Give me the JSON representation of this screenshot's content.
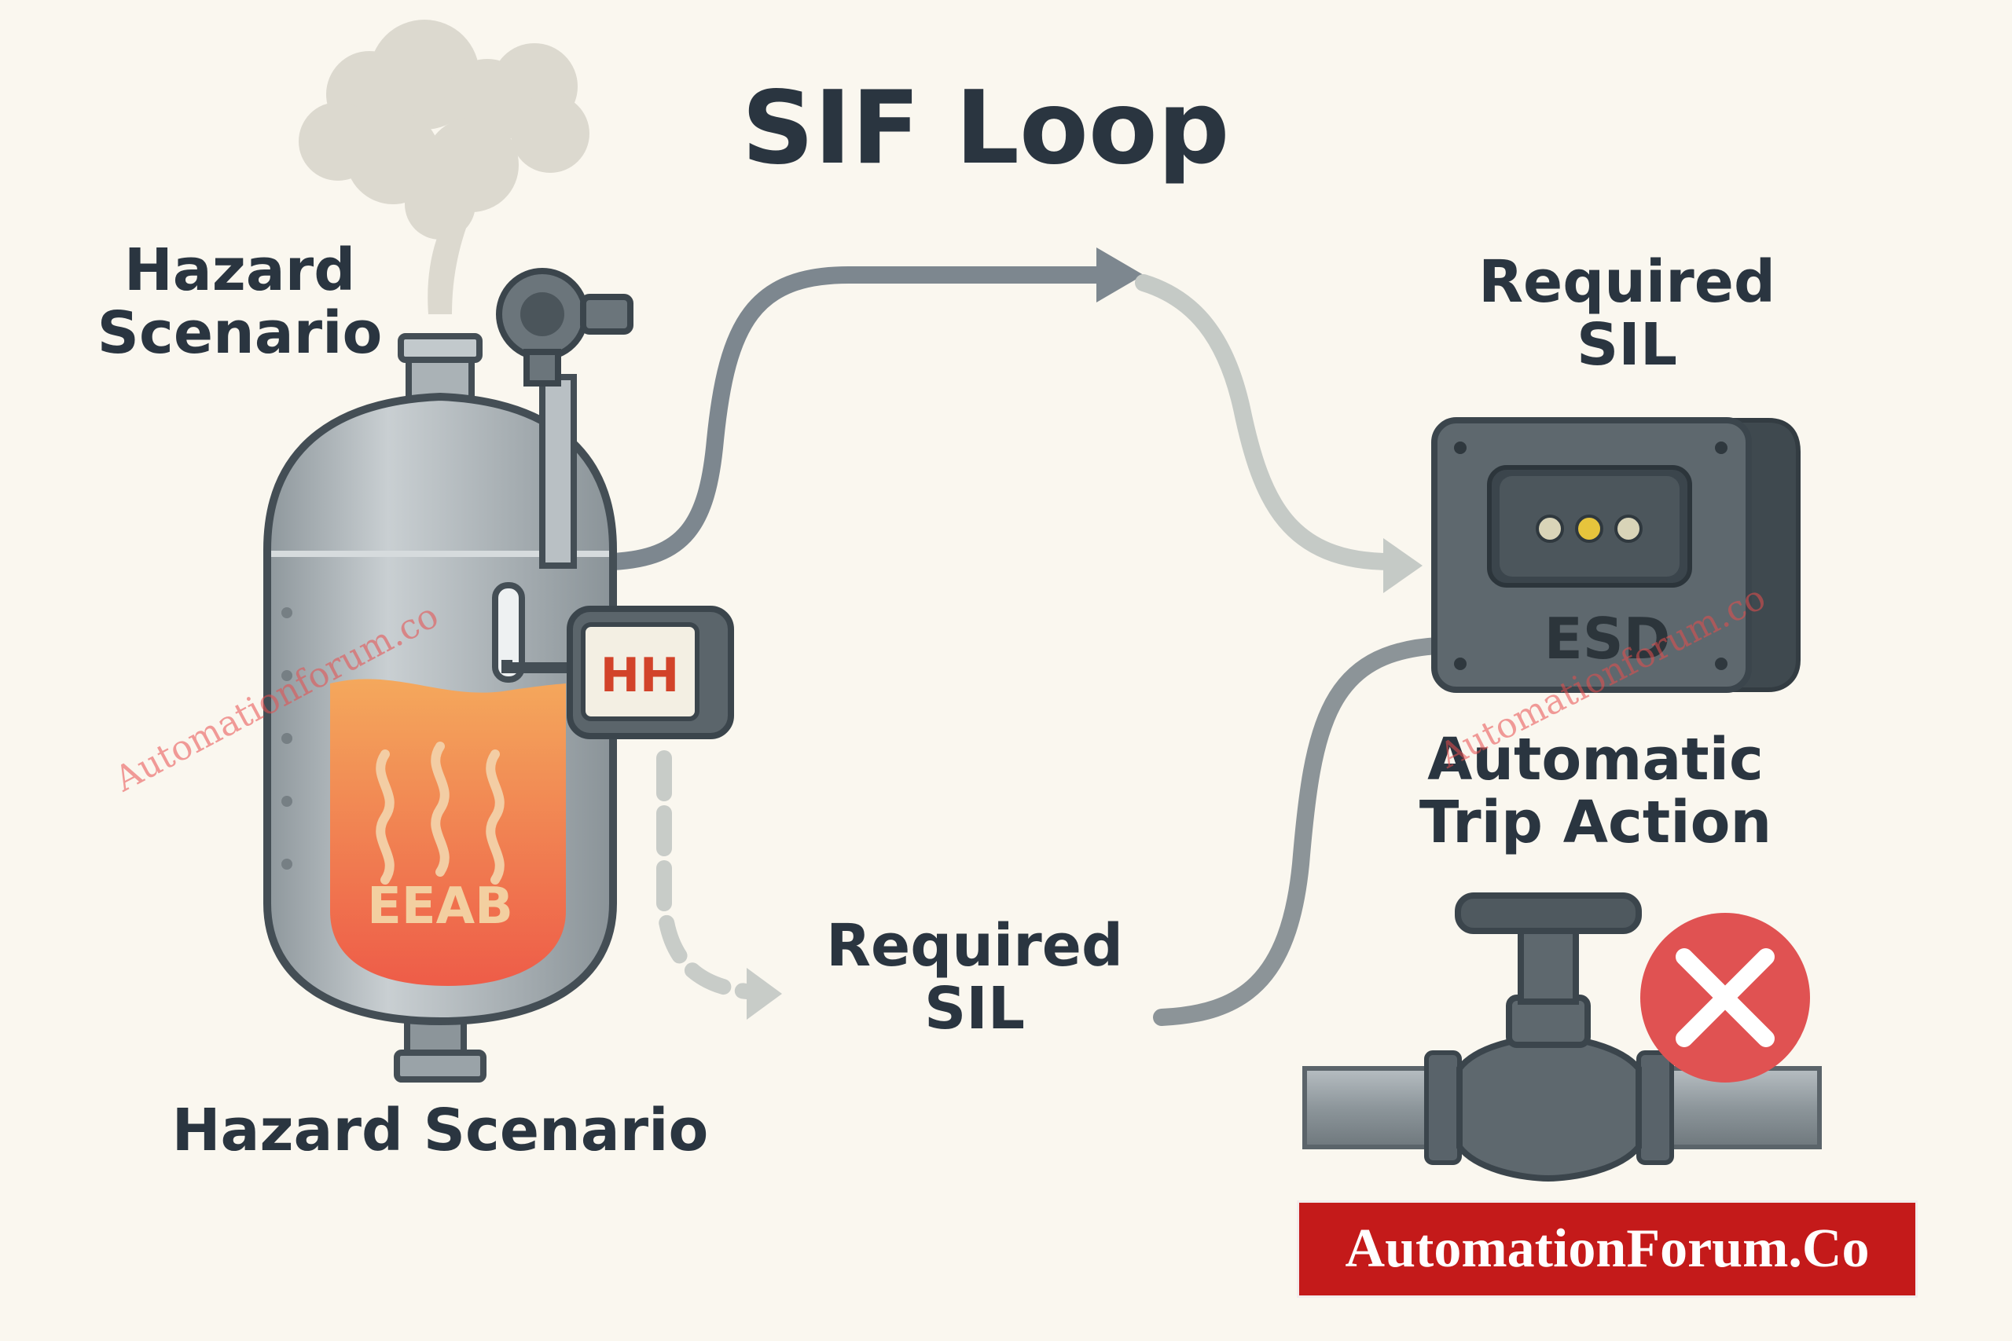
{
  "title": "SIF Loop",
  "labels": {
    "hazard_left": [
      "Hazard",
      "Scenario"
    ],
    "hazard_bottom": "Hazard Scenario",
    "required_sil_middle": [
      "Required",
      "SIL"
    ],
    "required_sil_top": [
      "Required",
      "SIL"
    ],
    "trip_action": [
      "Automatic",
      "Trip Action"
    ]
  },
  "vessel": {
    "contents_label": "EEAB",
    "switch_label": "HH"
  },
  "esd": {
    "label": "ESD",
    "indicator_colors": [
      "#d9d4b8",
      "#e6c43c",
      "#d9d4b8"
    ]
  },
  "valve": {
    "status_icon": "close-x-icon",
    "status_color": "#e05252"
  },
  "watermarks": [
    "Automationforum.co",
    "Automationforum.co"
  ],
  "brand": "AutomationForum.Co",
  "colors": {
    "background": "#faf7ef",
    "text": "#2a3540",
    "liquid_top": "#f2a35a",
    "liquid_bottom": "#ee5f4a",
    "brand_bg": "#c41a1a",
    "flow_dark": "#7d878f",
    "flow_light": "#c5cac6"
  }
}
